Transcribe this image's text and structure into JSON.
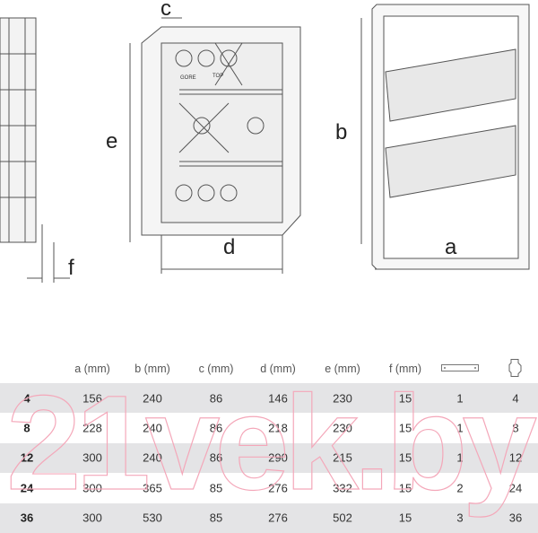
{
  "drawing_labels": {
    "a": "a",
    "b": "b",
    "c": "c",
    "d": "d",
    "e": "e",
    "f": "f"
  },
  "box_markings": {
    "gore": "GORE",
    "top": "TOP"
  },
  "table": {
    "headers": [
      "",
      "a (mm)",
      "b (mm)",
      "c (mm)",
      "d (mm)",
      "e (mm)",
      "f (mm)"
    ],
    "icon_headers": [
      "din-rail-icon",
      "circuit-breaker-icon"
    ],
    "rows": [
      [
        "4",
        "156",
        "240",
        "86",
        "146",
        "230",
        "15",
        "1",
        "4"
      ],
      [
        "8",
        "228",
        "240",
        "86",
        "218",
        "230",
        "15",
        "1",
        "8"
      ],
      [
        "12",
        "300",
        "240",
        "86",
        "290",
        "215",
        "15",
        "1",
        "12"
      ],
      [
        "24",
        "300",
        "365",
        "85",
        "276",
        "332",
        "15",
        "2",
        "24"
      ],
      [
        "36",
        "300",
        "530",
        "85",
        "276",
        "502",
        "15",
        "3",
        "36"
      ]
    ]
  },
  "watermark": "21vek.by",
  "colors": {
    "row_shade": "#e4e4e6",
    "watermark": "#f4a7b9"
  }
}
